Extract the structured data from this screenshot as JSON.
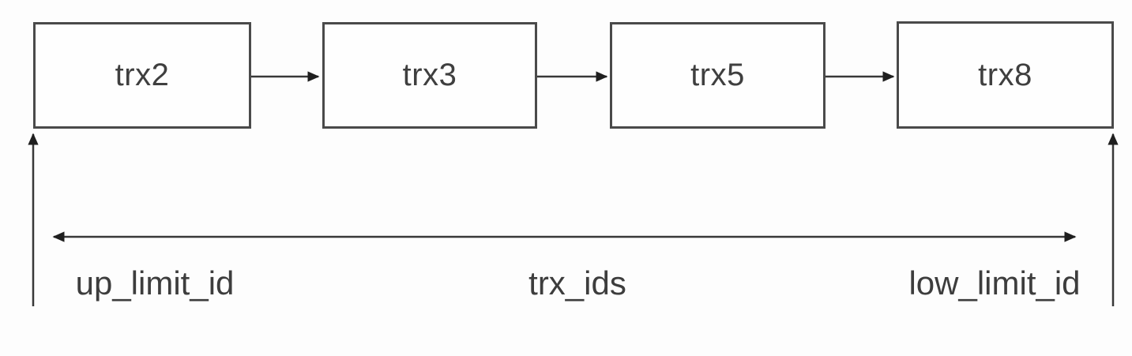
{
  "diagram": {
    "nodes": [
      {
        "label": "trx2"
      },
      {
        "label": "trx3"
      },
      {
        "label": "trx5"
      },
      {
        "label": "trx8"
      }
    ],
    "annotations": [
      {
        "text": "up_limit_id"
      },
      {
        "text": "trx_ids"
      },
      {
        "text": "low_limit_id"
      }
    ],
    "colors": {
      "box_border": "#4a4a4a",
      "arrow": "#383838",
      "arrowhead": "#1f1f1f",
      "text": "#3d3d3d",
      "background": "#fdfdfd"
    }
  }
}
